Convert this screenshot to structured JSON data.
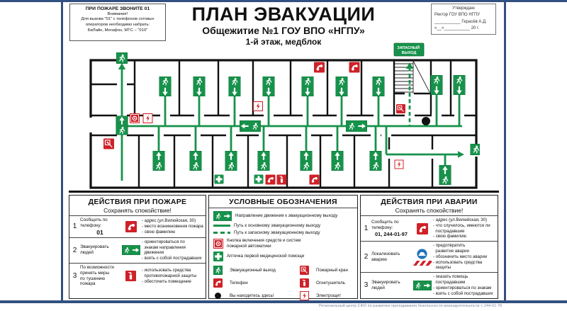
{
  "colors": {
    "green": "#17924b",
    "red": "#cf2128",
    "frame_blue": "#325080",
    "helmet_blue": "#2273b8",
    "black": "#111111"
  },
  "header": {
    "fire_box": {
      "title": "ПРИ ПОЖАРЕ ЗВОНИТЕ 01",
      "attention": "Внимание!",
      "body": "Для вызова \"01\" с телефонов сотовых операторов необходимо набрать:",
      "operators": "БиЛайн, Мегафон, МТС – \"010\""
    },
    "title": "ПЛАН ЭВАКУАЦИИ",
    "subtitle": "Общежитие №1 ГОУ ВПО «НГПУ»",
    "floor": "1-й этаж, медблок",
    "approval": {
      "line1": "Утверждаю",
      "line2": "Ректор ГОУ ВПО НГПУ",
      "line3": "___________ Герасёв А.Д.",
      "line4": "«__»___________ 20     г."
    }
  },
  "plan": {
    "exit_label_line1": "ЗАПАСНЫЙ",
    "exit_label_line2": "ВЫХОД"
  },
  "actions_fire": {
    "title": "ДЕЙСТВИЯ ПРИ ПОЖАРЕ",
    "subtitle": "Сохранять спокойствие!",
    "rows": [
      {
        "num": "1",
        "action": "Сообщить по\nтелефону:",
        "bold": "01",
        "details": "- адрес (ул.Вилюйская, 30)\n- место возникновения пожара\n- свою фамилию"
      },
      {
        "num": "2",
        "action": "Эвакуировать\nлюдей",
        "bold": "",
        "details": "- ориентироваться по\n  знакам направления\n  движения\n- взять с собой пострадавших"
      },
      {
        "num": "3",
        "action": "По возможности\nпринять меры\nпо тушению\nпожара",
        "bold": "",
        "details": "- использовать средства\n  противопожарной защиты\n- обесточить помещение"
      }
    ]
  },
  "legend": {
    "title": "УСЛОВНЫЕ ОБОЗНАЧЕНИЯ",
    "direction": "Направление движения к эвакуационному выходу",
    "main_path": "Путь к основному эвакуационному выходу",
    "reserve_path": "Путь к запасному эвакуационному выходу",
    "fire_button": "Кнопка включения средств и систем\nпожарной автоматики",
    "first_aid": "Аптечка первой медицинской помощи",
    "evac_exit": "Эвакуационный выход",
    "hydrant": "Пожарный кран",
    "phone": "Телефон",
    "extinguisher": "Огнетушитель",
    "you_are_here": "Вы находитесь здесь!",
    "electro": "Электрощит"
  },
  "actions_accident": {
    "title": "ДЕЙСТВИЯ ПРИ АВАРИИ",
    "subtitle": "Сохранять спокойствие!",
    "rows": [
      {
        "num": "1",
        "action": "Сообщить по\nтелефону:",
        "bold": "01, 244-01-97",
        "details": "- адрес (ул.Вилюйская, 30)\n- что случилось, имеются ли\n  пострадавшие\n- свою фамилию"
      },
      {
        "num": "2",
        "action": "Локализовать\nаварию",
        "bold": "",
        "details": "- предотвратить\n  развитие аварии\n- обозначить место аварии\n- использовать средства\n  защиты"
      },
      {
        "num": "3",
        "action": "Эвакуировать\nлюдей",
        "bold": "",
        "details": "- оказать помощь\n  пострадавшим\n- ориентироваться по знакам\n- взять с собой пострадавших"
      }
    ]
  },
  "footer": {
    "credit": "Региональный центр СФО по развитию преподавания безопасности жизнедеятельности т. 244-01-78"
  },
  "icons": {
    "running-man": "evacuation pictogram",
    "direction-arrow": "white arrow",
    "fire-phone": "red phone",
    "fire-button": "alarm call point",
    "electro-panel": "lightning in red frame",
    "fire-extinguisher": "red extinguisher",
    "fire-hydrant": "fire hose cabinet",
    "first-aid-kit": "green cross",
    "you-are-here": "black dot",
    "helmet": "blue safety helmet",
    "hazard-stripes": "red-white barrier tape"
  }
}
